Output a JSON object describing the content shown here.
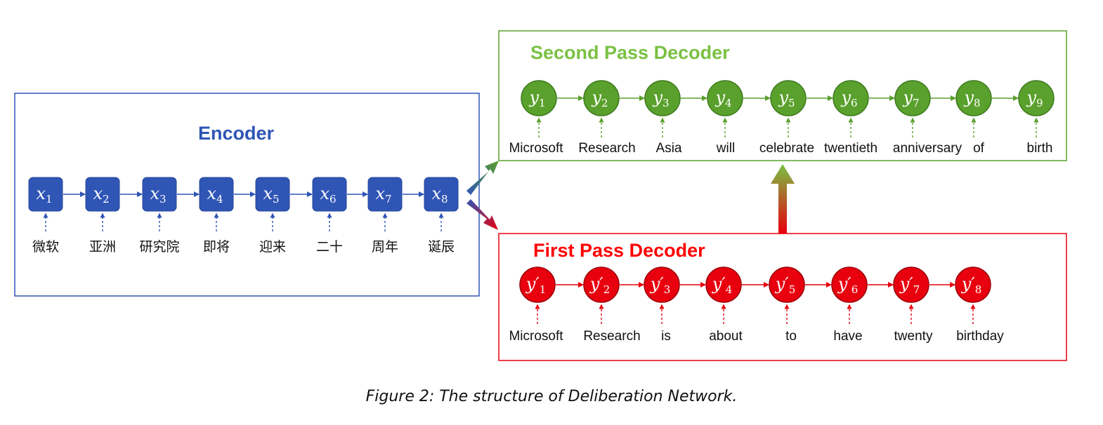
{
  "encoder": {
    "title": "Encoder",
    "nodes": [
      {
        "symbol": "x",
        "sub": "1",
        "word": "微软"
      },
      {
        "symbol": "x",
        "sub": "2",
        "word": "亚洲"
      },
      {
        "symbol": "x",
        "sub": "3",
        "word": "研究院"
      },
      {
        "symbol": "x",
        "sub": "4",
        "word": "即将"
      },
      {
        "symbol": "x",
        "sub": "5",
        "word": "迎来"
      },
      {
        "symbol": "x",
        "sub": "6",
        "word": "二十"
      },
      {
        "symbol": "x",
        "sub": "7",
        "word": "周年"
      },
      {
        "symbol": "x",
        "sub": "8",
        "word": "诞辰"
      }
    ]
  },
  "second_pass": {
    "title": "Second Pass Decoder",
    "nodes": [
      {
        "symbol": "y",
        "sub": "1",
        "word": "Microsoft"
      },
      {
        "symbol": "y",
        "sub": "2",
        "word": "Research"
      },
      {
        "symbol": "y",
        "sub": "3",
        "word": "Asia"
      },
      {
        "symbol": "y",
        "sub": "4",
        "word": "will"
      },
      {
        "symbol": "y",
        "sub": "5",
        "word": "celebrate"
      },
      {
        "symbol": "y",
        "sub": "6",
        "word": "twentieth"
      },
      {
        "symbol": "y",
        "sub": "7",
        "word": "anniversary"
      },
      {
        "symbol": "y",
        "sub": "8",
        "word": "of"
      },
      {
        "symbol": "y",
        "sub": "9",
        "word": "birth"
      }
    ]
  },
  "first_pass": {
    "title": "First Pass Decoder",
    "nodes": [
      {
        "symbol": "y′",
        "sub": "1",
        "word": "Microsoft"
      },
      {
        "symbol": "y′",
        "sub": "2",
        "word": "Research"
      },
      {
        "symbol": "y′",
        "sub": "3",
        "word": "is"
      },
      {
        "symbol": "y′",
        "sub": "4",
        "word": "about"
      },
      {
        "symbol": "y′",
        "sub": "5",
        "word": "to"
      },
      {
        "symbol": "y′",
        "sub": "6",
        "word": "have"
      },
      {
        "symbol": "y′",
        "sub": "7",
        "word": "twenty"
      },
      {
        "symbol": "y′",
        "sub": "8",
        "word": "birthday"
      }
    ]
  },
  "caption": "Figure 2: The structure of Deliberation Network.",
  "colors": {
    "encoder": "#2f55b5",
    "second_pass": "#5aa02c",
    "second_pass_title": "#7ac143",
    "first_pass": "#e8000e",
    "first_pass_title": "#ff0000"
  }
}
